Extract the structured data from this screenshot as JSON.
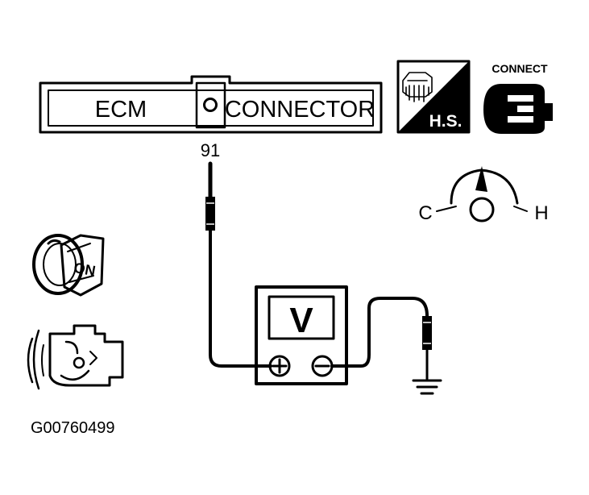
{
  "connector": {
    "left_label": "ECM",
    "right_label": "CONNECTOR",
    "terminal": "91"
  },
  "icons": {
    "hs_label": "H.S.",
    "connect_label": "CONNECT",
    "temp_cold": "C",
    "temp_hot": "H",
    "ignition_label": "ON"
  },
  "meter": {
    "label": "V",
    "plus": "+",
    "minus": "−"
  },
  "figure_id": "G00760499",
  "colors": {
    "ink": "#000000",
    "background": "#ffffff"
  }
}
